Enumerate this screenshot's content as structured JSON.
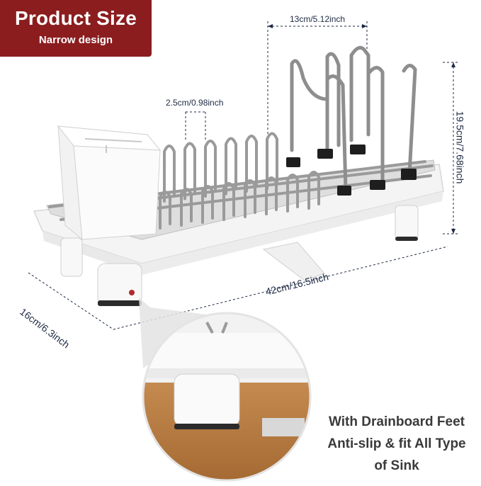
{
  "badge": {
    "title": "Product Size",
    "subtitle": "Narrow design"
  },
  "dimensions": {
    "spacing_top": "13cm/5.12inch",
    "spacing_plate": "2.5cm/0.98inch",
    "height": "19.5cm/7.68inch",
    "depth": "16cm/6.3inch",
    "length": "42cm/16.5inch"
  },
  "caption": {
    "line1": "With Drainboard Feet",
    "line2": "Anti-slip & fit All Type",
    "line3": "of Sink"
  },
  "colors": {
    "badge_bg": "#8b1d1f",
    "dimension_line": "#1d2a44",
    "rack_wire": "#9a9a9a"
  }
}
